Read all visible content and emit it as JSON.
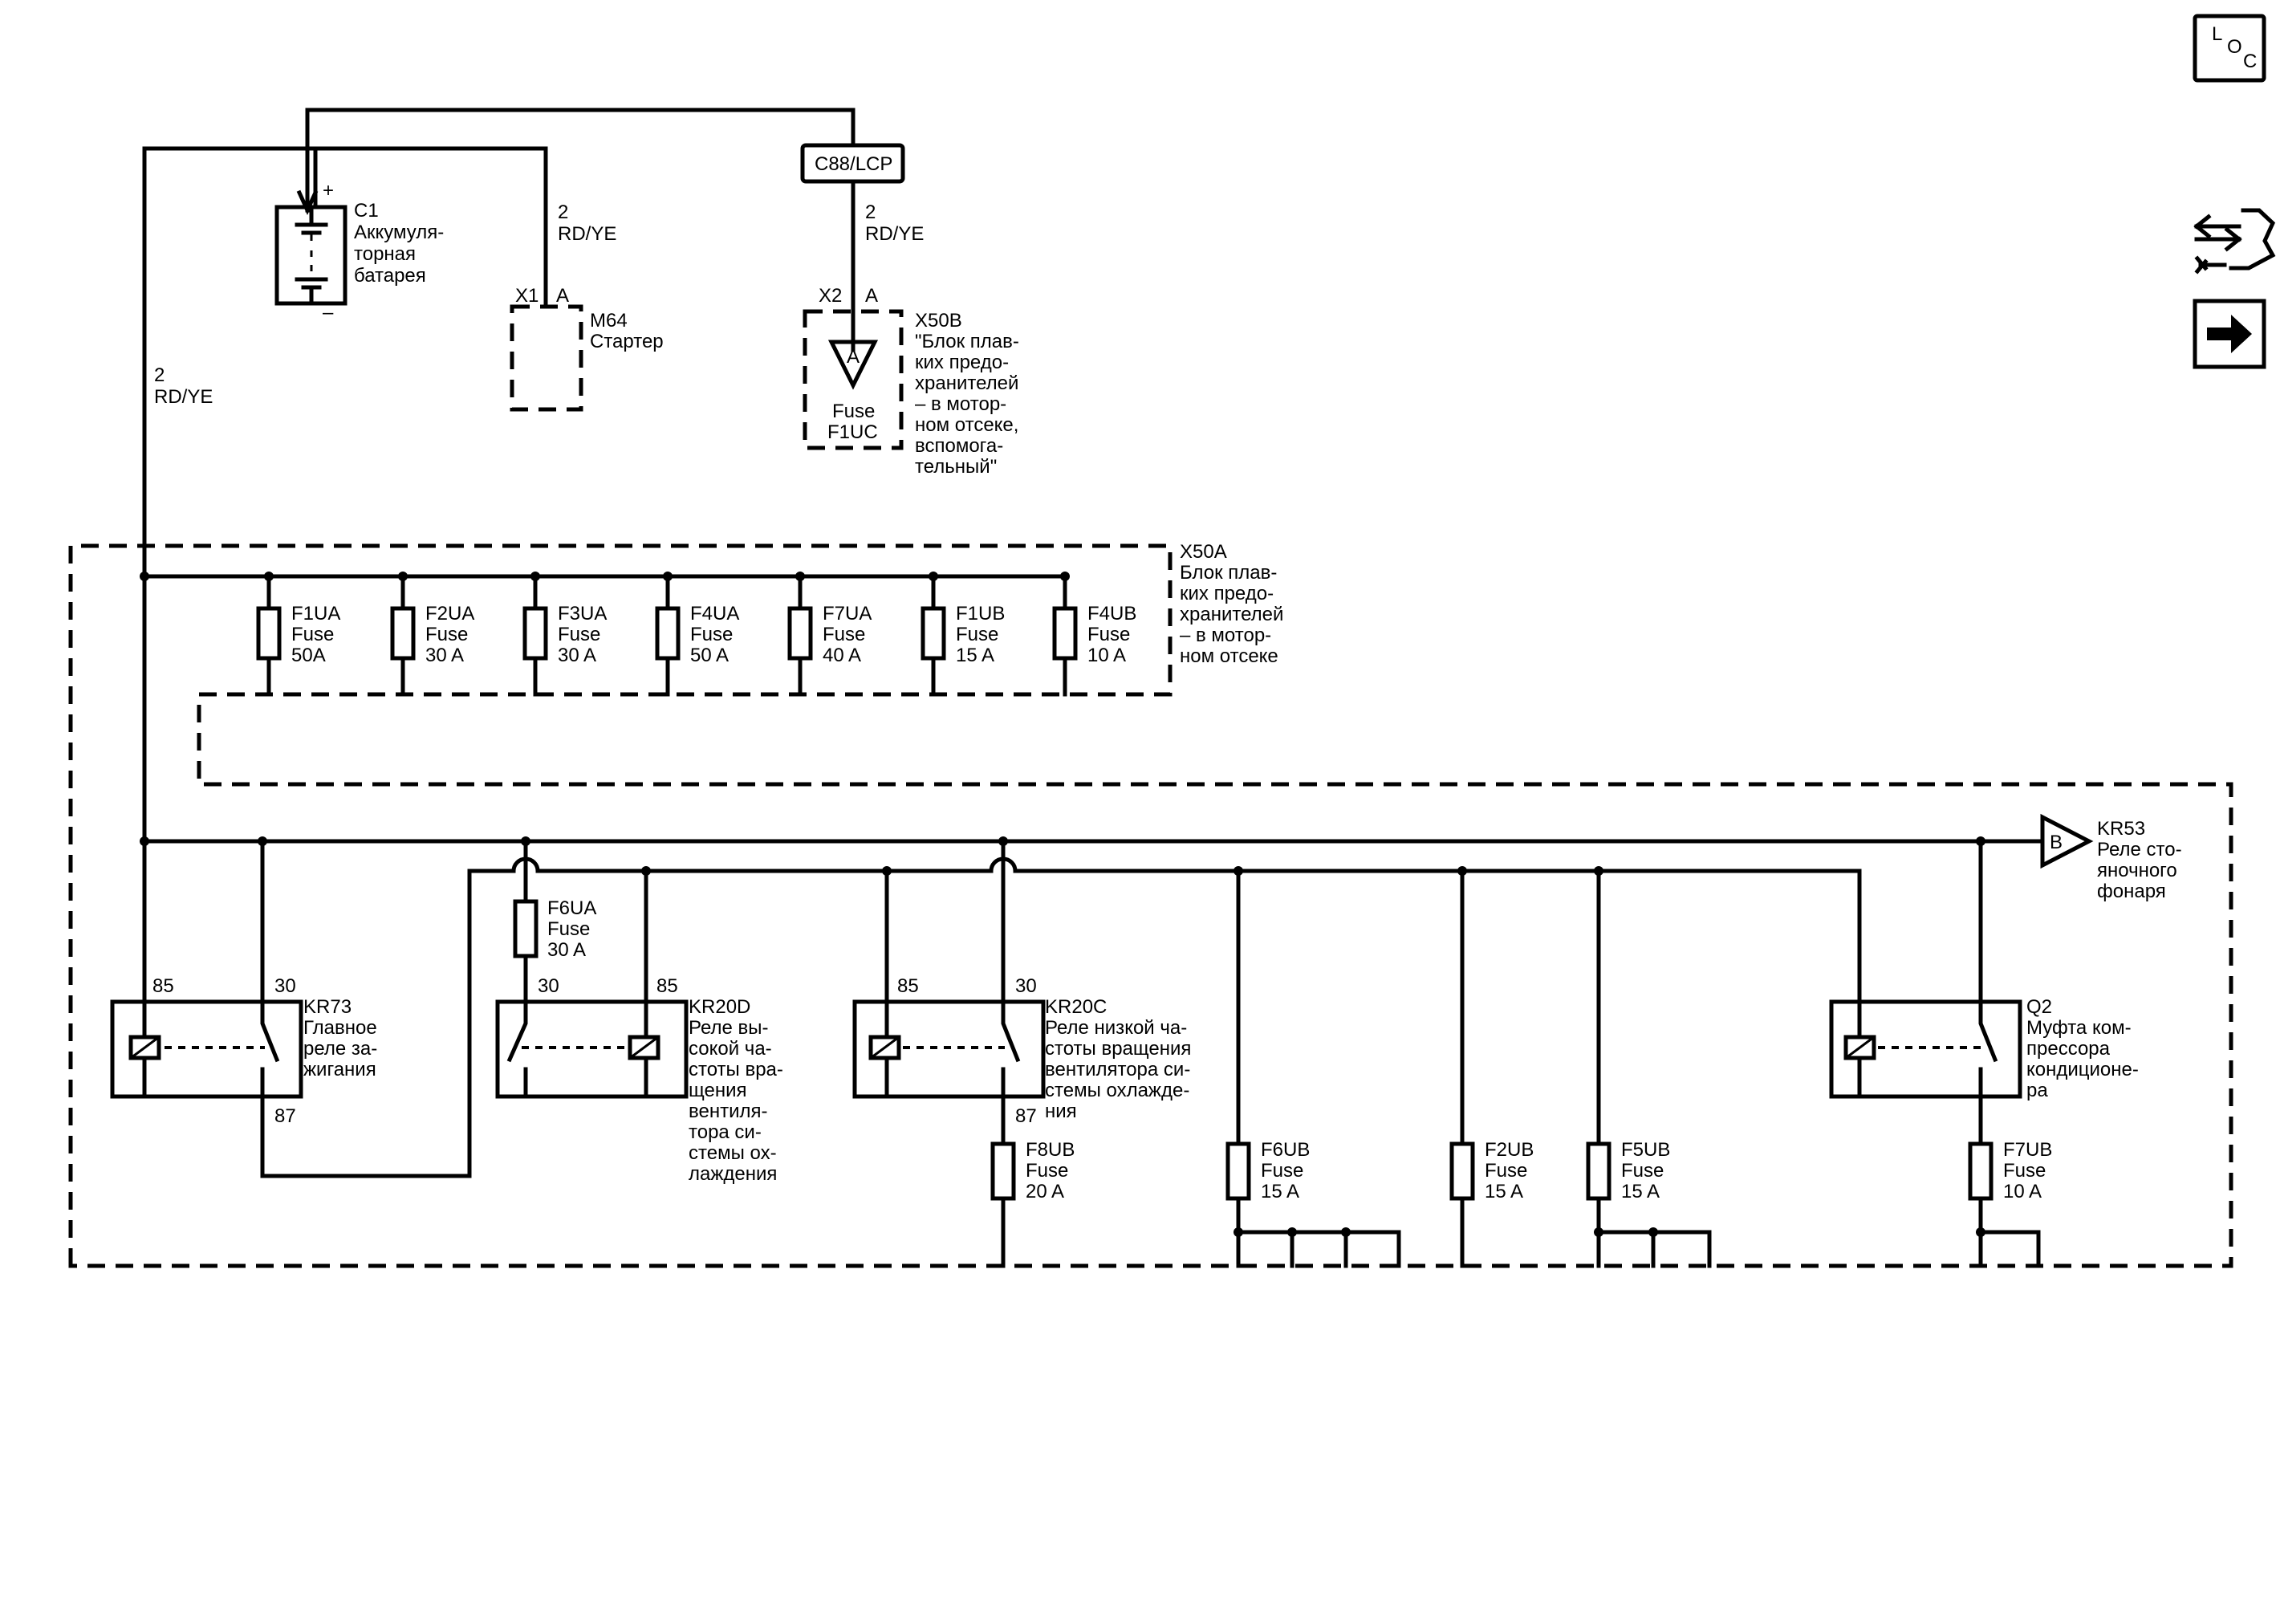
{
  "nav": {
    "loc_l": "L",
    "loc_o": "O",
    "loc_c": "C"
  },
  "battery": {
    "id": "C1",
    "lines": [
      "Аккумуля-",
      "торная",
      "батарея"
    ],
    "plus": "+",
    "minus": "–"
  },
  "wire_battery_left": {
    "gauge": "2",
    "color": "RD/YE"
  },
  "wire_starter": {
    "gauge": "2",
    "color": "RD/YE"
  },
  "wire_x50b": {
    "gauge": "2",
    "color": "RD/YE"
  },
  "connector_c88": {
    "label": "C88/LCP"
  },
  "starter": {
    "id": "M64",
    "name": "Стартер",
    "connector": "X1",
    "pin": "A"
  },
  "x50b": {
    "id": "X50B",
    "connector": "X2",
    "pin": "A",
    "triangle": "A",
    "fuse_lines": [
      "Fuse",
      "F1UC"
    ],
    "lines": [
      "\"Блок плав-",
      "ких предо-",
      "хранителей",
      "– в мотор-",
      "ном отсеке,",
      "вспомога-",
      "тельный\""
    ]
  },
  "x50a": {
    "id": "X50A",
    "lines": [
      "Блок плав-",
      "ких предо-",
      "хранителей",
      "– в мотор-",
      "ном отсеке"
    ]
  },
  "top_fuses": [
    {
      "name": "F1UA",
      "type": "Fuse",
      "rating": "50A"
    },
    {
      "name": "F2UA",
      "type": "Fuse",
      "rating": "30 A"
    },
    {
      "name": "F3UA",
      "type": "Fuse",
      "rating": "30 A"
    },
    {
      "name": "F4UA",
      "type": "Fuse",
      "rating": "50 A"
    },
    {
      "name": "F7UA",
      "type": "Fuse",
      "rating": "40 A"
    },
    {
      "name": "F1UB",
      "type": "Fuse",
      "rating": "15 A"
    },
    {
      "name": "F4UB",
      "type": "Fuse",
      "rating": "10 A"
    }
  ],
  "kr53": {
    "triangle": "B",
    "id": "KR53",
    "lines": [
      "Реле сто-",
      "яночного",
      "фонаря"
    ]
  },
  "f6ua": {
    "name": "F6UA",
    "type": "Fuse",
    "rating": "30 A"
  },
  "kr73": {
    "id": "KR73",
    "lines": [
      "Главное",
      "реле за-",
      "жигания"
    ],
    "pin85": "85",
    "pin30": "30",
    "pin87": "87"
  },
  "kr20d": {
    "id": "KR20D",
    "lines": [
      "Реле вы-",
      "сокой ча-",
      "стоты вра-",
      "щения",
      "вентиля-",
      "тора си-",
      "стемы ох-",
      "лаждения"
    ],
    "pin30": "30",
    "pin85": "85"
  },
  "kr20c": {
    "id": "KR20C",
    "lines": [
      "Реле низкой ча-",
      "стоты вращения",
      "вентилятора си-",
      "стемы охлажде-",
      "ния"
    ],
    "pin85": "85",
    "pin30": "30",
    "pin87": "87"
  },
  "q2": {
    "id": "Q2",
    "lines": [
      "Муфта ком-",
      "прессора",
      "кондиционе-",
      "ра"
    ]
  },
  "bottom_fuses": [
    {
      "name": "F8UB",
      "type": "Fuse",
      "rating": "20 A"
    },
    {
      "name": "F6UB",
      "type": "Fuse",
      "rating": "15 A"
    },
    {
      "name": "F2UB",
      "type": "Fuse",
      "rating": "15 A"
    },
    {
      "name": "F5UB",
      "type": "Fuse",
      "rating": "15 A"
    },
    {
      "name": "F7UB",
      "type": "Fuse",
      "rating": "10 A"
    }
  ]
}
